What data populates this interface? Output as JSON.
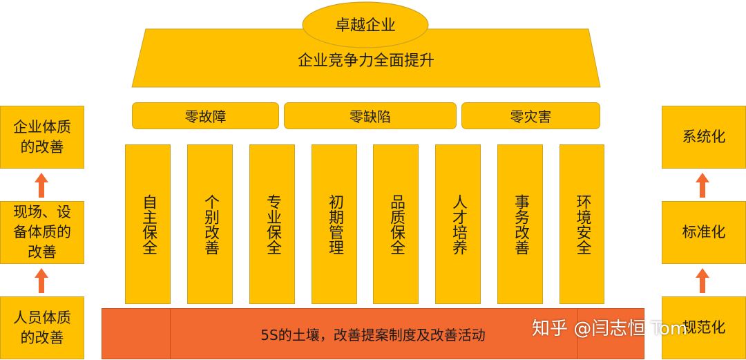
{
  "roof": {
    "top_label": "卓越企业",
    "main_label": "企业竞争力全面提升"
  },
  "zeros": [
    "零故障",
    "零缺陷",
    "零灾害"
  ],
  "pillars": [
    "自主保全",
    "个别改善",
    "专业保全",
    "初期管理",
    "品质保全",
    "人才培养",
    "事务改善",
    "环境安全"
  ],
  "foundation": {
    "label": "5S的土壤，改善提案制度及改善活动"
  },
  "left_column": [
    "企业体质\n的改善",
    "现场、设\n备体质的\n改善",
    "人员体质\n的改善"
  ],
  "right_column": [
    "系统化",
    "标准化",
    "规范化"
  ],
  "watermark": "知乎 @闫志恒 Tom",
  "colors": {
    "box": "#ffc000",
    "base": "#f26a30",
    "arrow": "#f26a30"
  }
}
